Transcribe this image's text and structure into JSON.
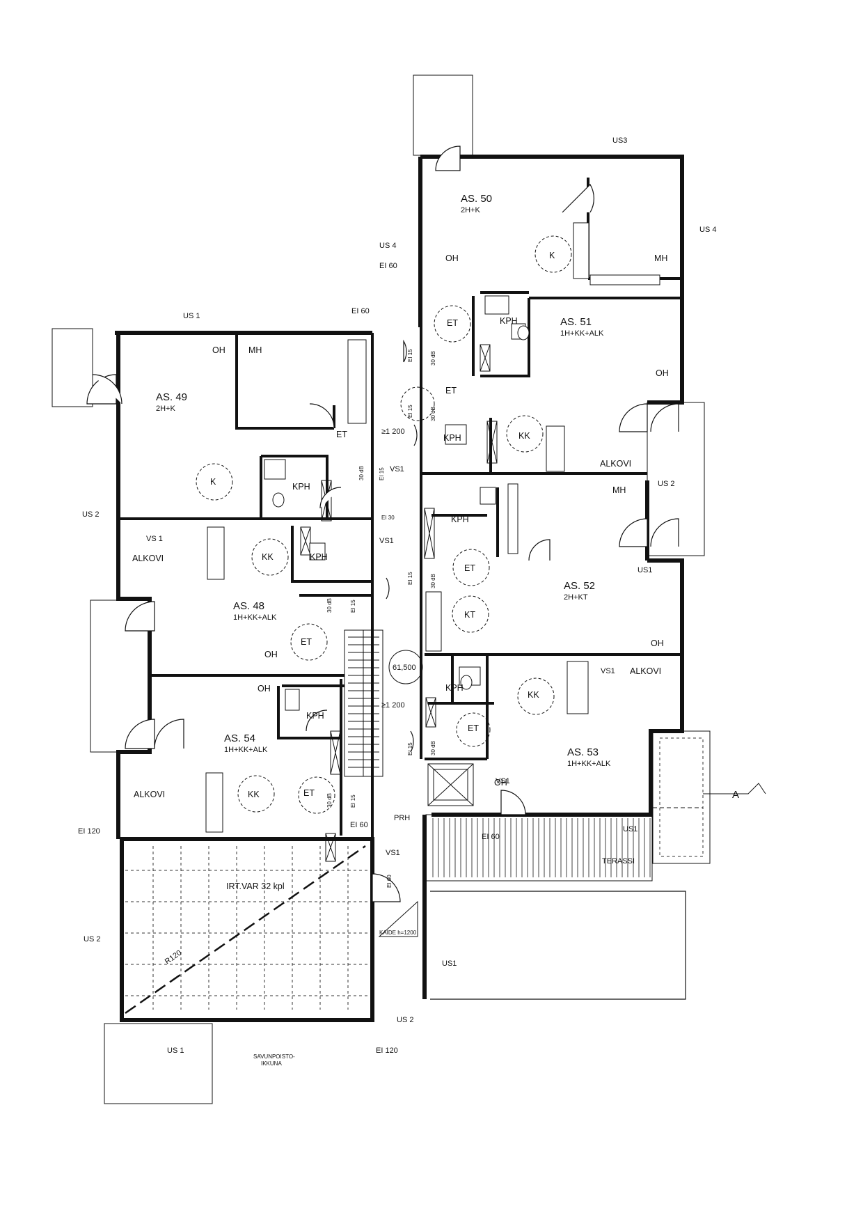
{
  "apartments": [
    {
      "id": "as50",
      "name": "AS. 50",
      "type": "2H+K"
    },
    {
      "id": "as51",
      "name": "AS. 51",
      "type": "1H+KK+ALK"
    },
    {
      "id": "as49",
      "name": "AS. 49",
      "type": "2H+K"
    },
    {
      "id": "as48",
      "name": "AS. 48",
      "type": "1H+KK+ALK"
    },
    {
      "id": "as52",
      "name": "AS. 52",
      "type": "2H+KT"
    },
    {
      "id": "as54",
      "name": "AS. 54",
      "type": "1H+KK+ALK"
    },
    {
      "id": "as53",
      "name": "AS. 53",
      "type": "1H+KK+ALK"
    }
  ],
  "rooms": {
    "oh": "OH",
    "mh": "MH",
    "k": "K",
    "kk": "KK",
    "kt": "KT",
    "kph": "KPH",
    "et": "ET",
    "alkovi": "ALKOVI",
    "prh": "PRH",
    "terassi": "TERASSI",
    "storage": "IRT.VAR  32 kpl"
  },
  "annotations": {
    "us1": "US 1",
    "us1b": "US1",
    "us2": "US 2",
    "us3": "US3",
    "us4": "US 4",
    "ei60": "EI 60",
    "ei120": "EI 120",
    "ei15": "EI 15",
    "ei30": "EI 30",
    "db30": "30 dB",
    "vs1": "VS1",
    "vs1b": "VS 1",
    "clear1200": "≥1 200",
    "level": "61,500",
    "section": "A",
    "railing": "KAIDE h=1200",
    "r120": "R120",
    "smoke_window_1": "SAVUNPOISTO-",
    "smoke_window_2": "IKKUNA"
  }
}
